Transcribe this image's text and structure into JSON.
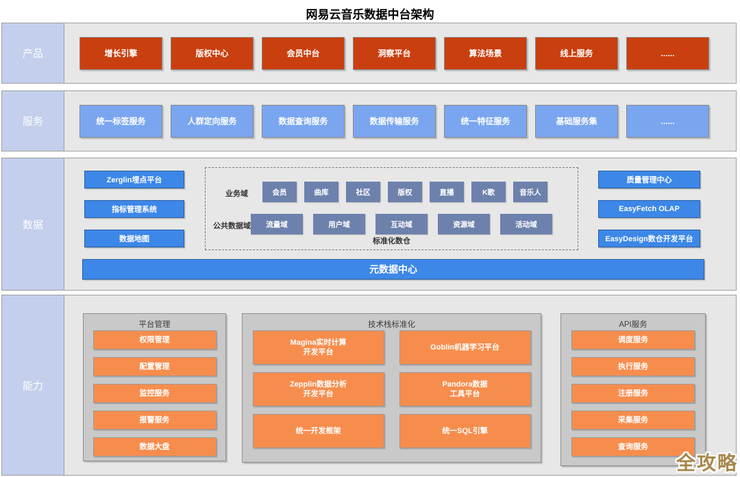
{
  "title": "网易云音乐数据中台架构",
  "watermark": "全攻略",
  "colors": {
    "band_label_bg": "#c3cfec",
    "product_box": "#ca3f0f",
    "service_box": "#7aa6f0",
    "data_box": "#3c87e8",
    "domain_box": "#6d81ad",
    "group_bg": "#c9c9c9",
    "capability_box": "#f78d4d",
    "watermark": "#a6874b"
  },
  "bands": {
    "product": {
      "label": "产品",
      "items": [
        "增长引擎",
        "版权中心",
        "会员中台",
        "洞察平台",
        "算法场景",
        "线上服务",
        "......"
      ]
    },
    "service": {
      "label": "服务",
      "items": [
        "统一标签服务",
        "人群定向服务",
        "数据查询服务",
        "数据传输服务",
        "统一特征服务",
        "基础服务集",
        "......"
      ]
    },
    "data": {
      "label": "数据",
      "left_items": [
        "Zerglin埋点平台",
        "指标管理系统",
        "数据地图"
      ],
      "warehouse": {
        "caption": "标准化数仓",
        "business_domain_label": "业务域",
        "business_domains": [
          "会员",
          "曲库",
          "社区",
          "版权",
          "直播",
          "K歌",
          "音乐人"
        ],
        "public_domain_label": "公共数据域",
        "public_domains": [
          "流量域",
          "用户域",
          "互动域",
          "资源域",
          "活动域"
        ]
      },
      "right_items": [
        "质量管理中心",
        "EasyFetch OLAP",
        "EasyDesign数仓开发平台"
      ],
      "meta_bar": "元数据中心"
    },
    "capability": {
      "label": "能力",
      "groups": [
        {
          "title": "平台管理",
          "items": [
            "权限管理",
            "配置管理",
            "监控服务",
            "报警服务",
            "数据大盘"
          ]
        },
        {
          "title": "技术栈标准化",
          "items": [
            "Magina实时计算\n开发平台",
            "Goblin机器学习平台",
            "Zepplin数据分析\n开发平台",
            "Pandora数据\n工具平台",
            "统一开发框架",
            "统一SQL引擎"
          ]
        },
        {
          "title": "API服务",
          "items": [
            "调度服务",
            "执行服务",
            "注册服务",
            "采集服务",
            "查询服务"
          ]
        }
      ]
    }
  }
}
